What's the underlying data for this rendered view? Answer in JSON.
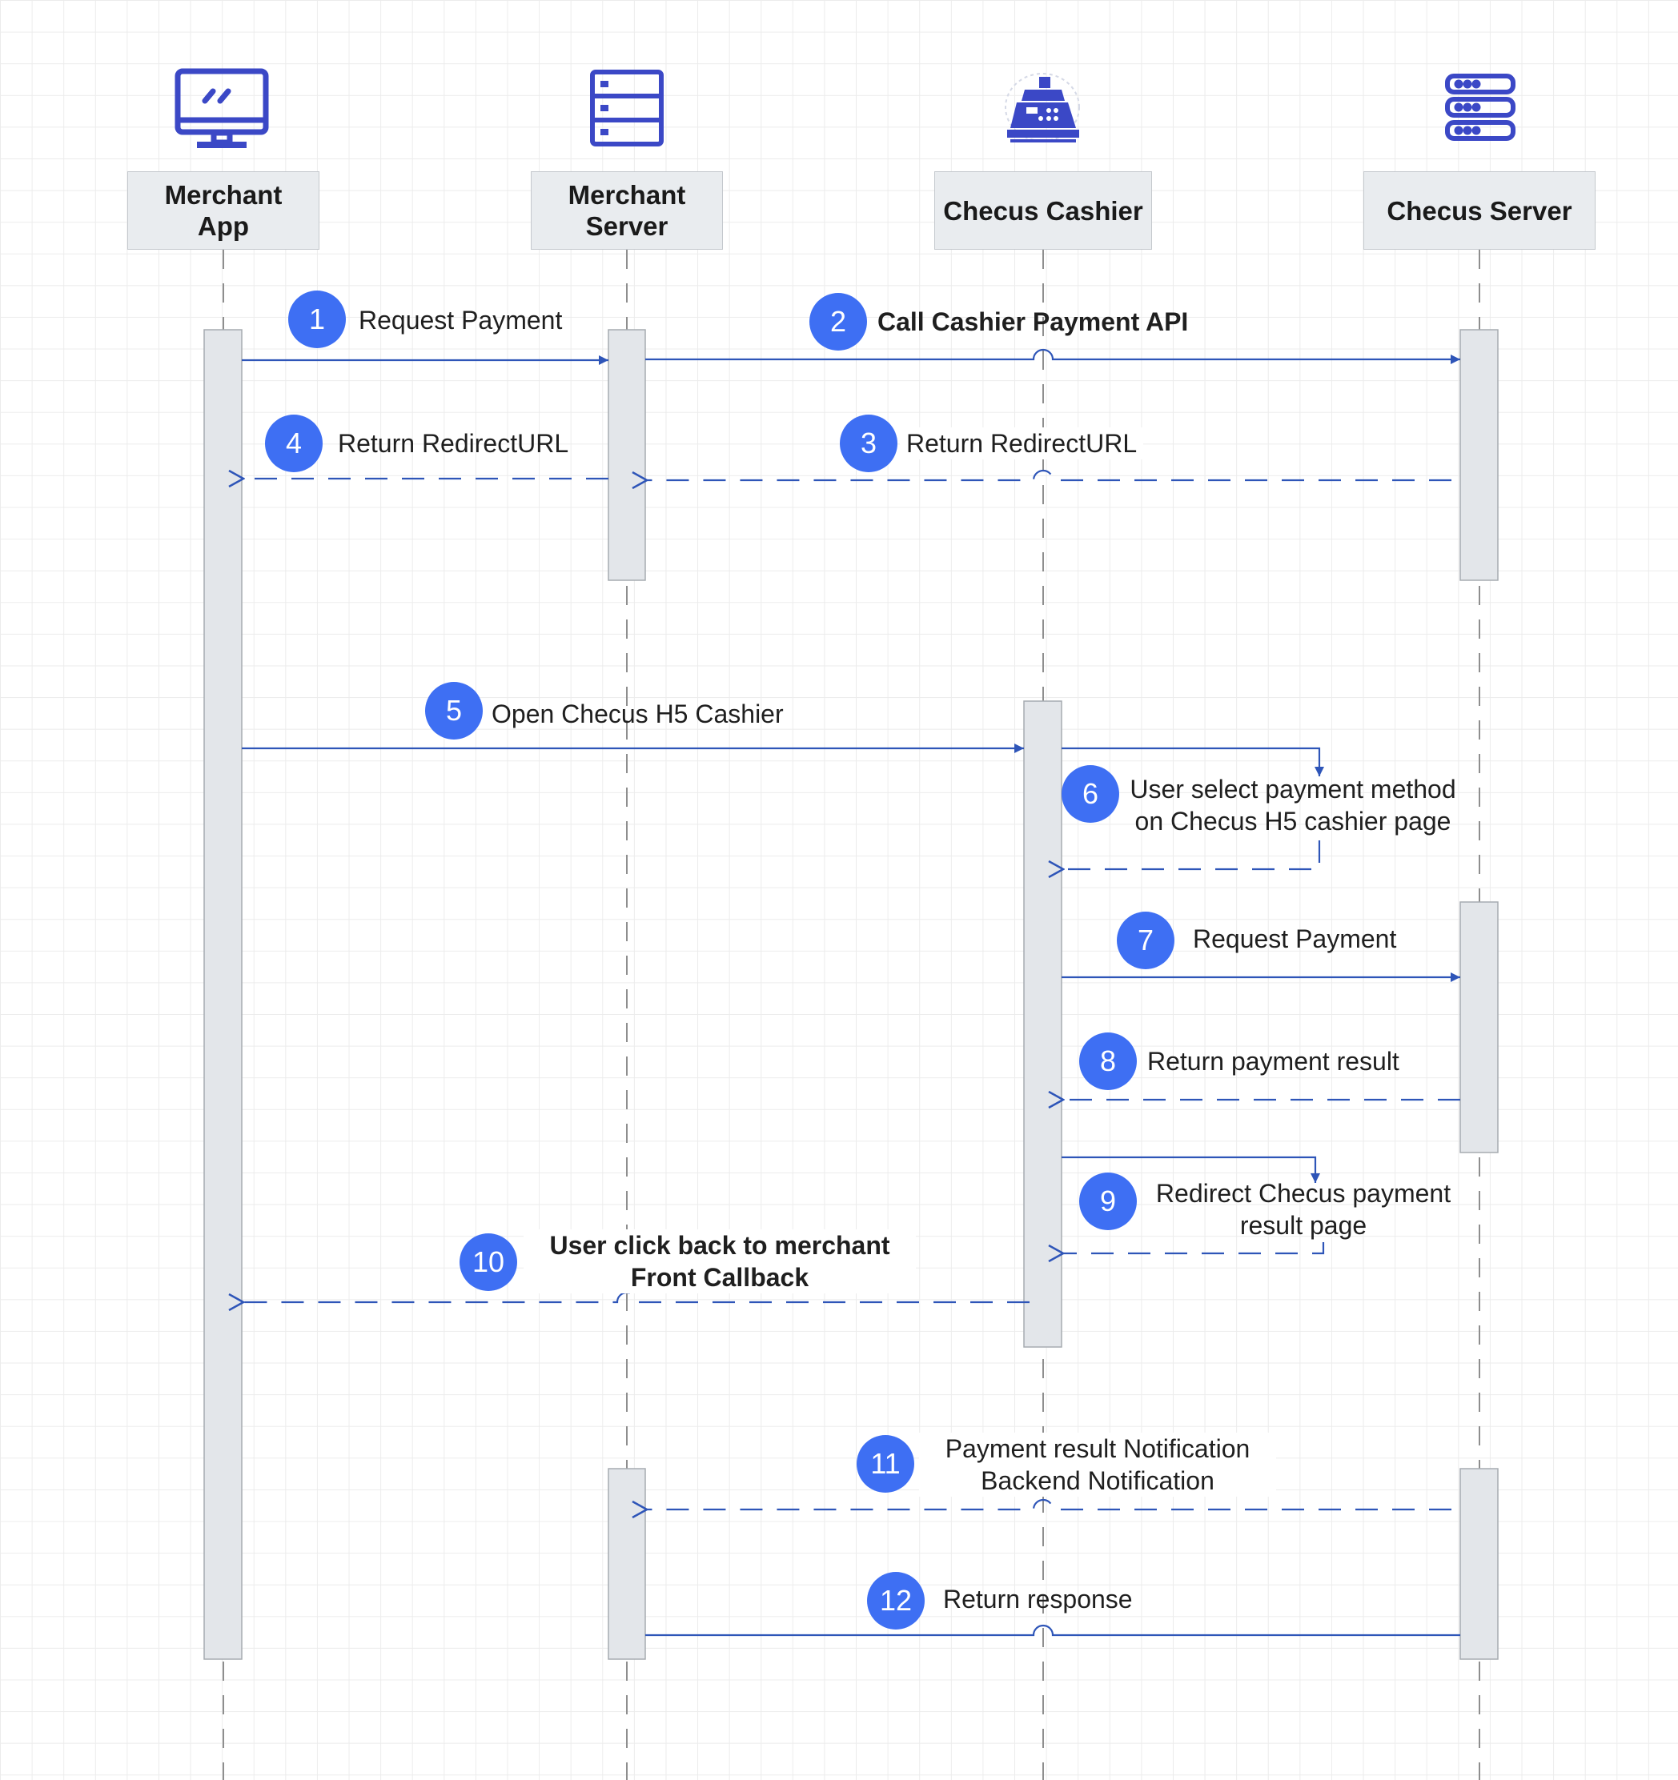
{
  "participants": [
    {
      "name": "Merchant\nApp",
      "icon": "monitor-icon"
    },
    {
      "name": "Merchant\nServer",
      "icon": "server-icon"
    },
    {
      "name": "Checus Cashier",
      "icon": "cash-register-icon"
    },
    {
      "name": "Checus Server",
      "icon": "server-stack-icon"
    }
  ],
  "messages": [
    {
      "step": "1",
      "label": "Request Payment",
      "from": "Merchant App",
      "to": "Merchant Server",
      "kind": "sync"
    },
    {
      "step": "2",
      "label": "Call Cashier Payment API",
      "from": "Merchant Server",
      "to": "Checus Server",
      "kind": "sync"
    },
    {
      "step": "3",
      "label": "Return RedirectURL",
      "from": "Checus Server",
      "to": "Merchant Server",
      "kind": "return"
    },
    {
      "step": "4",
      "label": "Return RedirectURL",
      "from": "Merchant Server",
      "to": "Merchant App",
      "kind": "return"
    },
    {
      "step": "5",
      "label": "Open Checus H5 Cashier",
      "from": "Merchant App",
      "to": "Checus Cashier",
      "kind": "sync"
    },
    {
      "step": "6",
      "label": "User select payment method\non Checus H5 cashier page",
      "from": "Checus Cashier",
      "to": "Checus Cashier",
      "kind": "self"
    },
    {
      "step": "7",
      "label": "Request Payment",
      "from": "Checus Cashier",
      "to": "Checus Server",
      "kind": "sync"
    },
    {
      "step": "8",
      "label": "Return payment result",
      "from": "Checus Server",
      "to": "Checus Cashier",
      "kind": "return"
    },
    {
      "step": "9",
      "label": "Redirect Checus payment\nresult page",
      "from": "Checus Cashier",
      "to": "Checus Cashier",
      "kind": "self"
    },
    {
      "step": "10",
      "label": "User click back to merchant\nFront Callback",
      "from": "Checus Cashier",
      "to": "Merchant App",
      "kind": "return"
    },
    {
      "step": "11",
      "label": "Payment result Notification\nBackend Notification",
      "from": "Checus Server",
      "to": "Merchant Server",
      "kind": "return"
    },
    {
      "step": "12",
      "label": "Return response",
      "from": "Checus Server",
      "to": "Merchant Server",
      "kind": "sync"
    }
  ],
  "colors": {
    "arrow": "#2e55b8",
    "badge": "#3e6ff3",
    "icon": "#3b48c6",
    "activation": "#e3e6ea",
    "lifeline": "#909090"
  }
}
